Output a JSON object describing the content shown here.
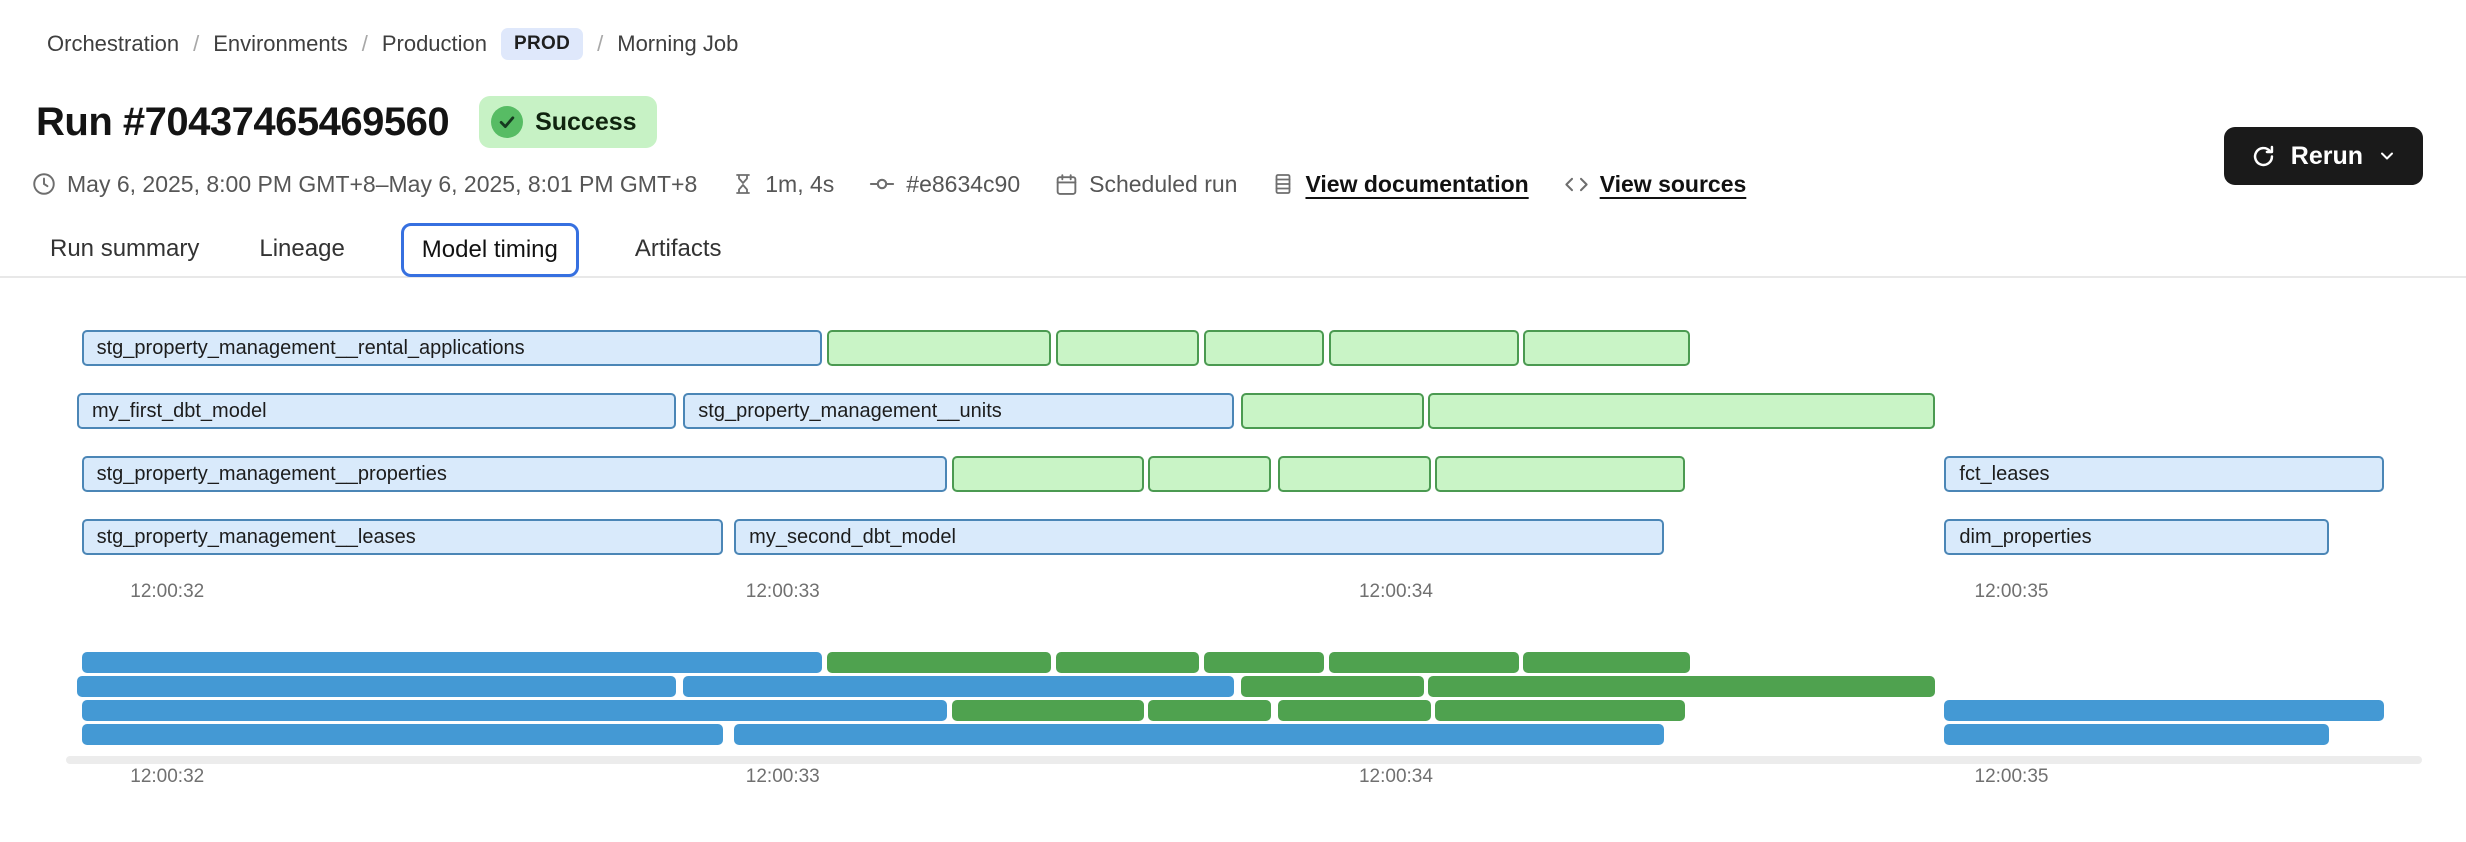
{
  "breadcrumb": {
    "separator": "/",
    "items": [
      "Orchestration",
      "Environments",
      "Production",
      "Morning Job"
    ],
    "env_badge": "PROD"
  },
  "header": {
    "title": "Run #70437465469560",
    "status_badge": "Success",
    "rerun_label": "Rerun"
  },
  "meta": {
    "time_range": "May 6, 2025, 8:00 PM GMT+8–May 6, 2025, 8:01 PM GMT+8",
    "duration": "1m, 4s",
    "commit_hash": "#e8634c90",
    "run_type": "Scheduled run",
    "view_documentation": "View documentation",
    "view_sources": "View sources"
  },
  "tabs": [
    {
      "label": "Run summary",
      "active": false
    },
    {
      "label": "Lineage",
      "active": false
    },
    {
      "label": "Model timing",
      "active": true
    },
    {
      "label": "Artifacts",
      "active": false
    }
  ],
  "chart_data": {
    "type": "gantt",
    "title": "Model timing",
    "x_axis": {
      "tick_labels": [
        "12:00:32",
        "12:00:33",
        "12:00:34",
        "12:00:35"
      ],
      "tick_positions_pct": [
        3.9,
        30.5,
        57.0,
        83.6
      ]
    },
    "colors": {
      "model_fill": "#d9eafb",
      "model_border": "#4b86b6",
      "other_fill": "#c9f4c6",
      "other_border": "#4b9a51",
      "minimap_model": "#4499d4",
      "minimap_other": "#4fa24f",
      "axis_text": "#707070"
    },
    "legend_note": "blue = named models, green = unlabeled steps; times are seconds after 12:00:00 (estimated from axis)",
    "rows": [
      {
        "bars": [
          {
            "label": "stg_property_management__rental_applications",
            "color": "blue",
            "start_pct": 0.2,
            "end_pct": 32.2,
            "start_s": 31.85,
            "end_s": 33.05
          },
          {
            "label": "",
            "color": "green",
            "start_pct": 32.4,
            "end_pct": 42.1,
            "start_s": 33.05,
            "end_s": 33.45
          },
          {
            "label": "",
            "color": "green",
            "start_pct": 42.3,
            "end_pct": 48.5,
            "start_s": 33.45,
            "end_s": 33.7
          },
          {
            "label": "",
            "color": "green",
            "start_pct": 48.7,
            "end_pct": 53.9,
            "start_s": 33.7,
            "end_s": 33.9
          },
          {
            "label": "",
            "color": "green",
            "start_pct": 54.1,
            "end_pct": 62.3,
            "start_s": 33.9,
            "end_s": 34.2
          },
          {
            "label": "",
            "color": "green",
            "start_pct": 62.5,
            "end_pct": 69.7,
            "start_s": 34.2,
            "end_s": 34.5
          }
        ]
      },
      {
        "bars": [
          {
            "label": "my_first_dbt_model",
            "color": "blue",
            "start_pct": 0.0,
            "end_pct": 25.9,
            "start_s": 31.85,
            "end_s": 32.85
          },
          {
            "label": "stg_property_management__units",
            "color": "blue",
            "start_pct": 26.2,
            "end_pct": 50.0,
            "start_s": 32.85,
            "end_s": 33.75
          },
          {
            "label": "",
            "color": "green",
            "start_pct": 50.3,
            "end_pct": 58.2,
            "start_s": 33.75,
            "end_s": 34.05
          },
          {
            "label": "",
            "color": "green",
            "start_pct": 58.4,
            "end_pct": 80.3,
            "start_s": 34.05,
            "end_s": 34.85
          }
        ]
      },
      {
        "bars": [
          {
            "label": "stg_property_management__properties",
            "color": "blue",
            "start_pct": 0.2,
            "end_pct": 37.6,
            "start_s": 31.85,
            "end_s": 33.25
          },
          {
            "label": "",
            "color": "green",
            "start_pct": 37.8,
            "end_pct": 46.1,
            "start_s": 33.25,
            "end_s": 33.6
          },
          {
            "label": "",
            "color": "green",
            "start_pct": 46.3,
            "end_pct": 51.6,
            "start_s": 33.6,
            "end_s": 33.8
          },
          {
            "label": "",
            "color": "green",
            "start_pct": 51.9,
            "end_pct": 58.5,
            "start_s": 33.8,
            "end_s": 34.05
          },
          {
            "label": "",
            "color": "green",
            "start_pct": 58.7,
            "end_pct": 69.5,
            "start_s": 34.05,
            "end_s": 34.45
          },
          {
            "label": "fct_leases",
            "color": "blue",
            "start_pct": 80.7,
            "end_pct": 99.7,
            "start_s": 34.9,
            "end_s": 35.6
          }
        ]
      },
      {
        "bars": [
          {
            "label": "stg_property_management__leases",
            "color": "blue",
            "start_pct": 0.2,
            "end_pct": 27.9,
            "start_s": 31.85,
            "end_s": 32.9
          },
          {
            "label": "my_second_dbt_model",
            "color": "blue",
            "start_pct": 28.4,
            "end_pct": 68.6,
            "start_s": 32.9,
            "end_s": 34.45
          },
          {
            "label": "dim_properties",
            "color": "blue",
            "start_pct": 80.7,
            "end_pct": 97.3,
            "start_s": 34.9,
            "end_s": 35.5
          }
        ]
      }
    ]
  }
}
